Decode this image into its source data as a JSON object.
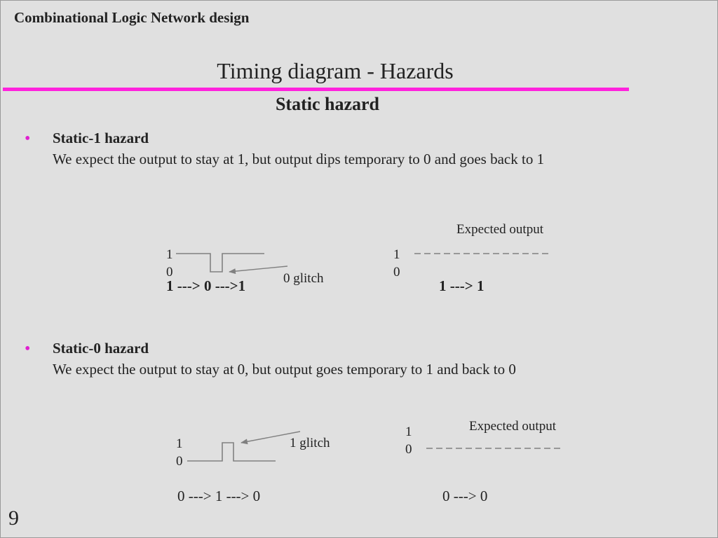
{
  "header": "Combinational Logic Network design",
  "title": "Timing diagram - Hazards",
  "subtitle": "Static hazard",
  "items": [
    {
      "title": "Static-1 hazard",
      "description": "We expect the output to stay at 1, but output dips temporary to 0 and goes back to 1",
      "actual": {
        "high_label": "1",
        "low_label": "0",
        "glitch_label": "0 glitch",
        "caption": "1 ---> 0 --->1"
      },
      "expected": {
        "title": "Expected output",
        "high_label": "1",
        "low_label": "0",
        "caption": "1 ---> 1"
      }
    },
    {
      "title": "Static-0 hazard",
      "description": "We expect the output to stay at 0, but output goes temporary to 1 and back to 0",
      "actual": {
        "high_label": "1",
        "low_label": "0",
        "glitch_label": "1 glitch",
        "caption": "0 ---> 1 ---> 0"
      },
      "expected": {
        "title": "Expected output",
        "high_label": "1",
        "low_label": "0",
        "caption": "0 ---> 0"
      }
    }
  ],
  "page_number": "9",
  "colors": {
    "accent": "#ff22dd",
    "bullet": "#e020d0",
    "waveform": "#808080",
    "background": "#e0e0e0"
  }
}
